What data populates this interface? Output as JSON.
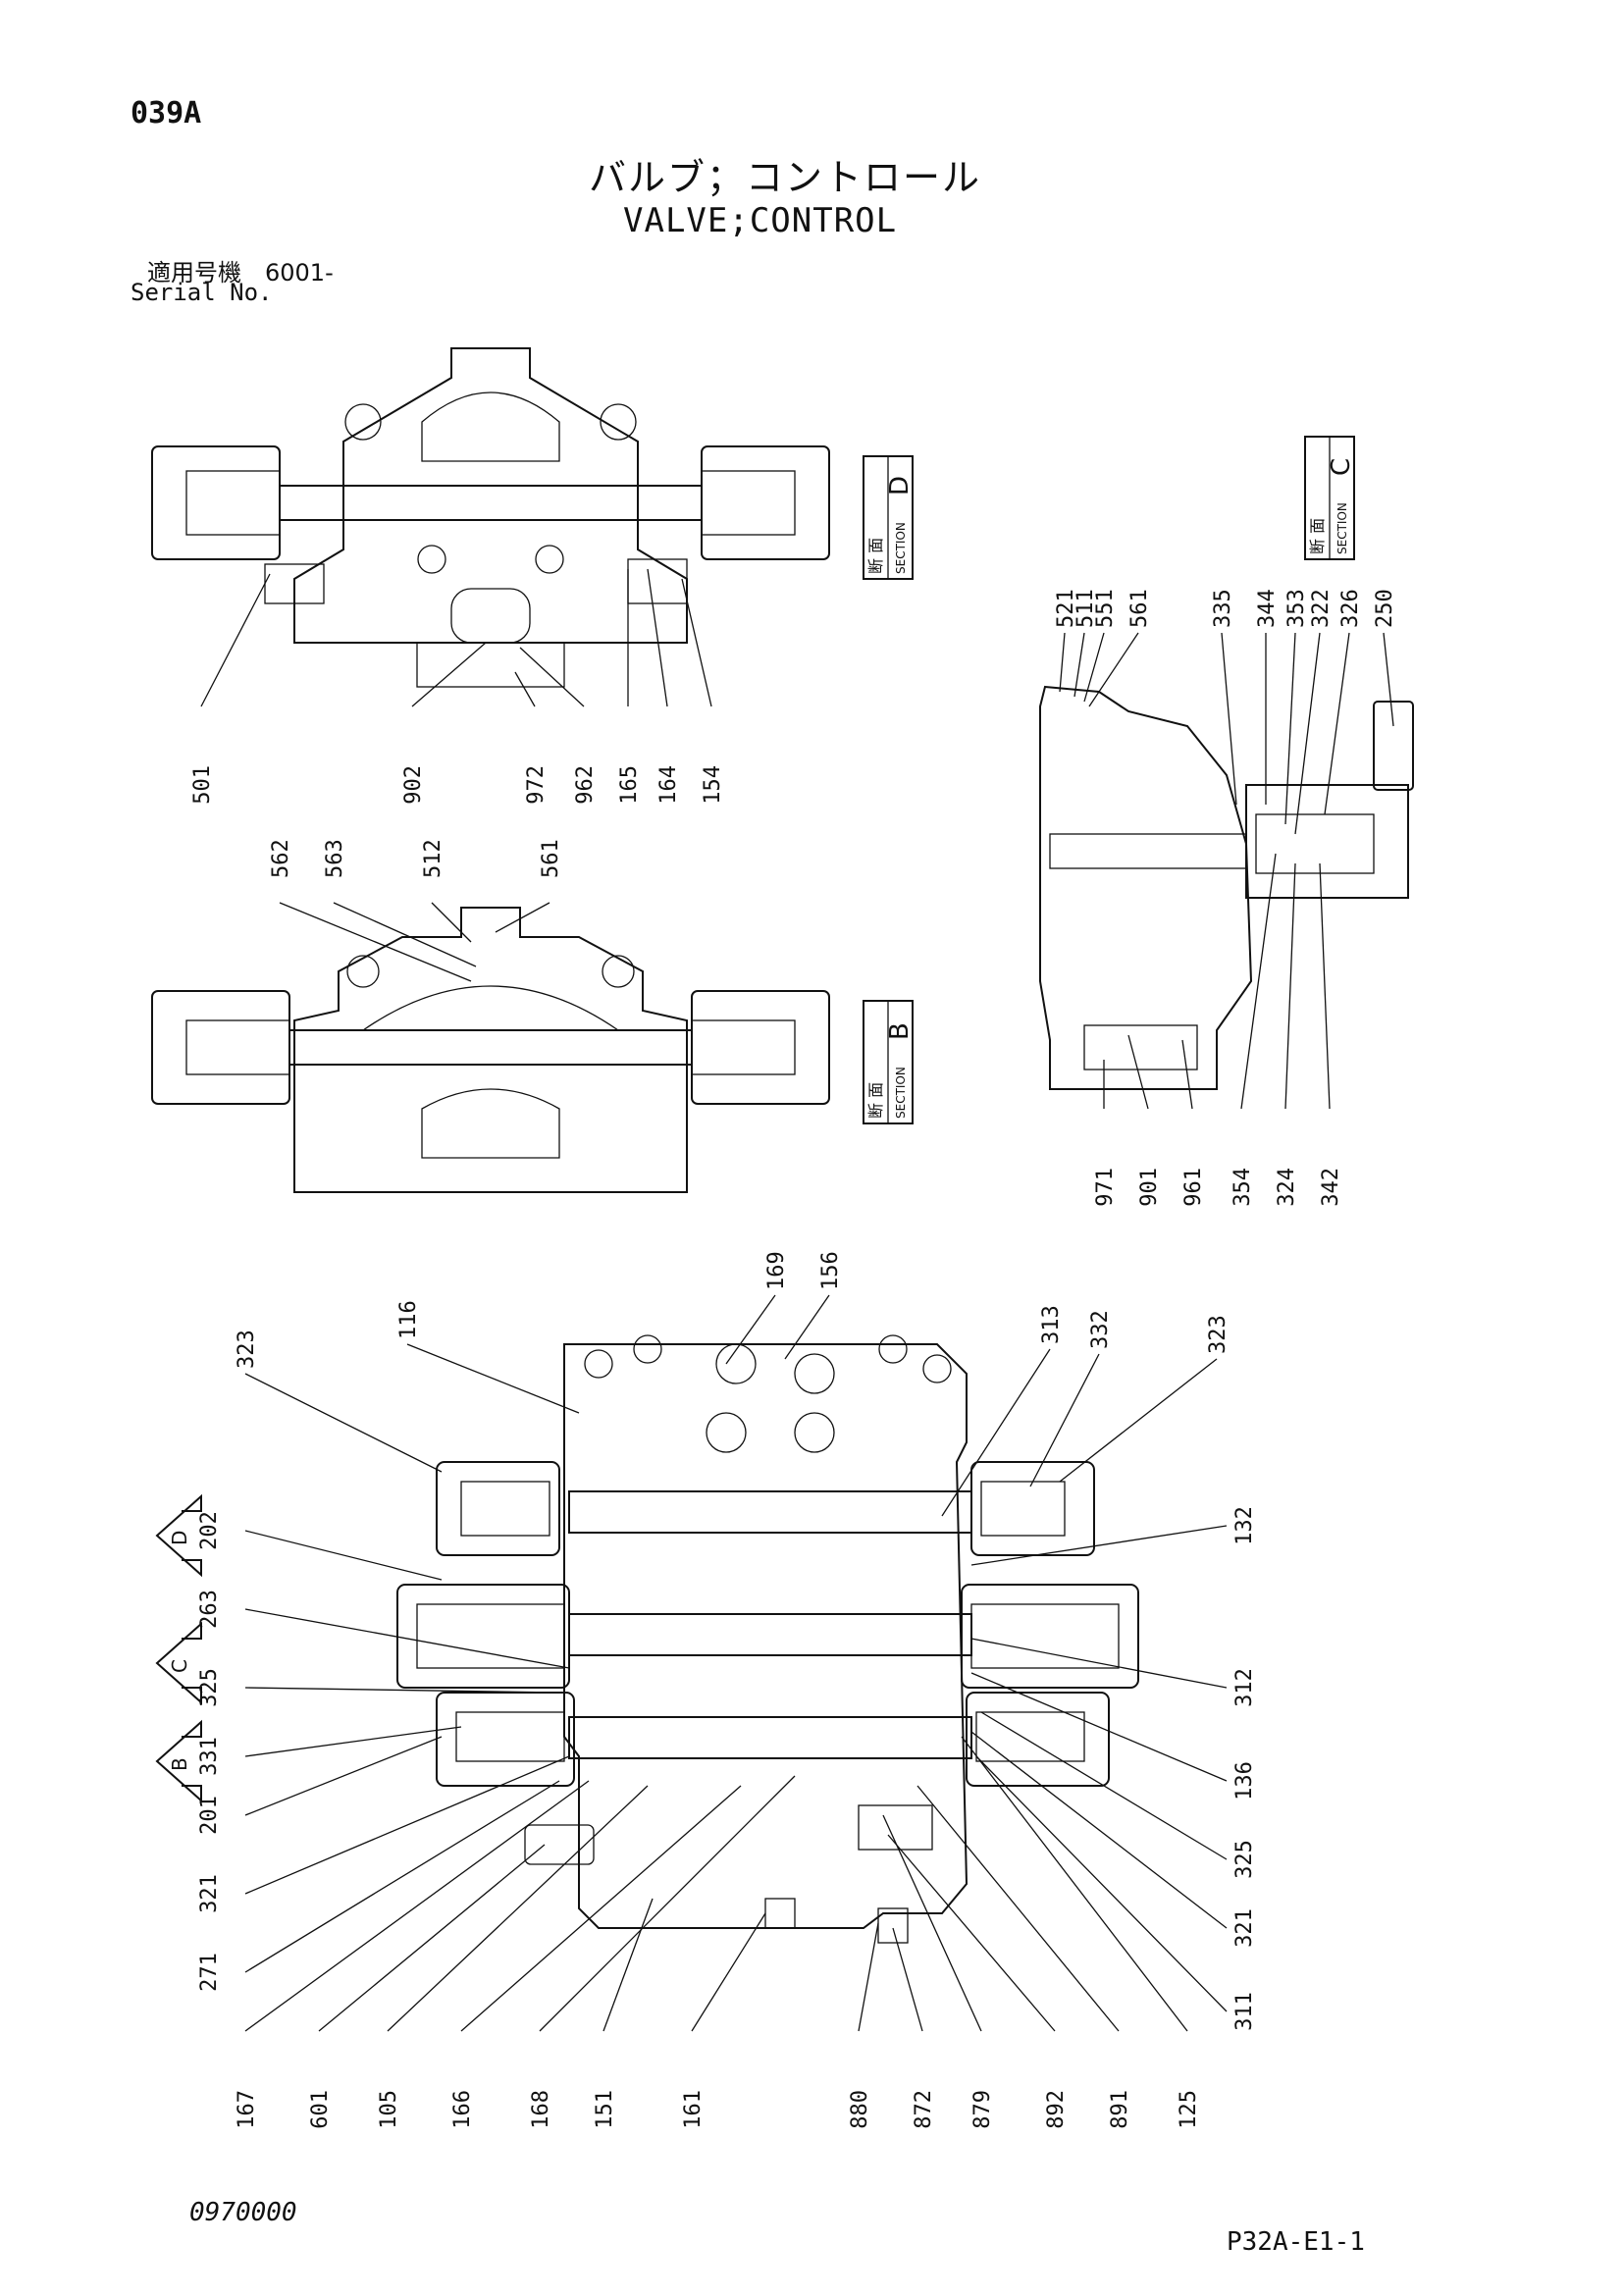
{
  "header": {
    "page_code": "039A",
    "title_jp": "バルブ；コントロール",
    "title_en": "VALVE;CONTROL",
    "serial_jp": "適用号機　6001-",
    "serial_en": "Serial No."
  },
  "section_tags": {
    "d": {
      "jp": "断 面",
      "en": "SECTION",
      "letter": "D"
    },
    "c": {
      "jp": "断 面",
      "en": "SECTION",
      "letter": "C"
    },
    "b": {
      "jp": "断 面",
      "en": "SECTION",
      "letter": "B"
    }
  },
  "section_markers": {
    "d": "D",
    "c": "C",
    "b": "B"
  },
  "labels": {
    "d_bottom": [
      "501",
      "902",
      "972",
      "962",
      "165",
      "164",
      "154"
    ],
    "b_top": [
      "562",
      "563",
      "512",
      "561"
    ],
    "c_top": [
      "521",
      "511",
      "551",
      "561",
      "335",
      "344",
      "353",
      "322",
      "326",
      "250"
    ],
    "c_bottom": [
      "971",
      "901",
      "961",
      "354",
      "324",
      "342"
    ],
    "main_left_top": [
      "323",
      "116"
    ],
    "main_top": [
      "169",
      "156"
    ],
    "main_right_top": [
      "313",
      "332",
      "323"
    ],
    "main_left": [
      "202",
      "263",
      "325",
      "331",
      "201",
      "321",
      "271"
    ],
    "main_right": [
      "132",
      "312",
      "136",
      "325",
      "321",
      "311"
    ],
    "main_bottom": [
      "167",
      "601",
      "105",
      "166",
      "168",
      "151",
      "161",
      "880",
      "872",
      "879",
      "892",
      "891",
      "125"
    ]
  },
  "footer": {
    "left": "0970000",
    "right": "P32A-E1-1"
  }
}
